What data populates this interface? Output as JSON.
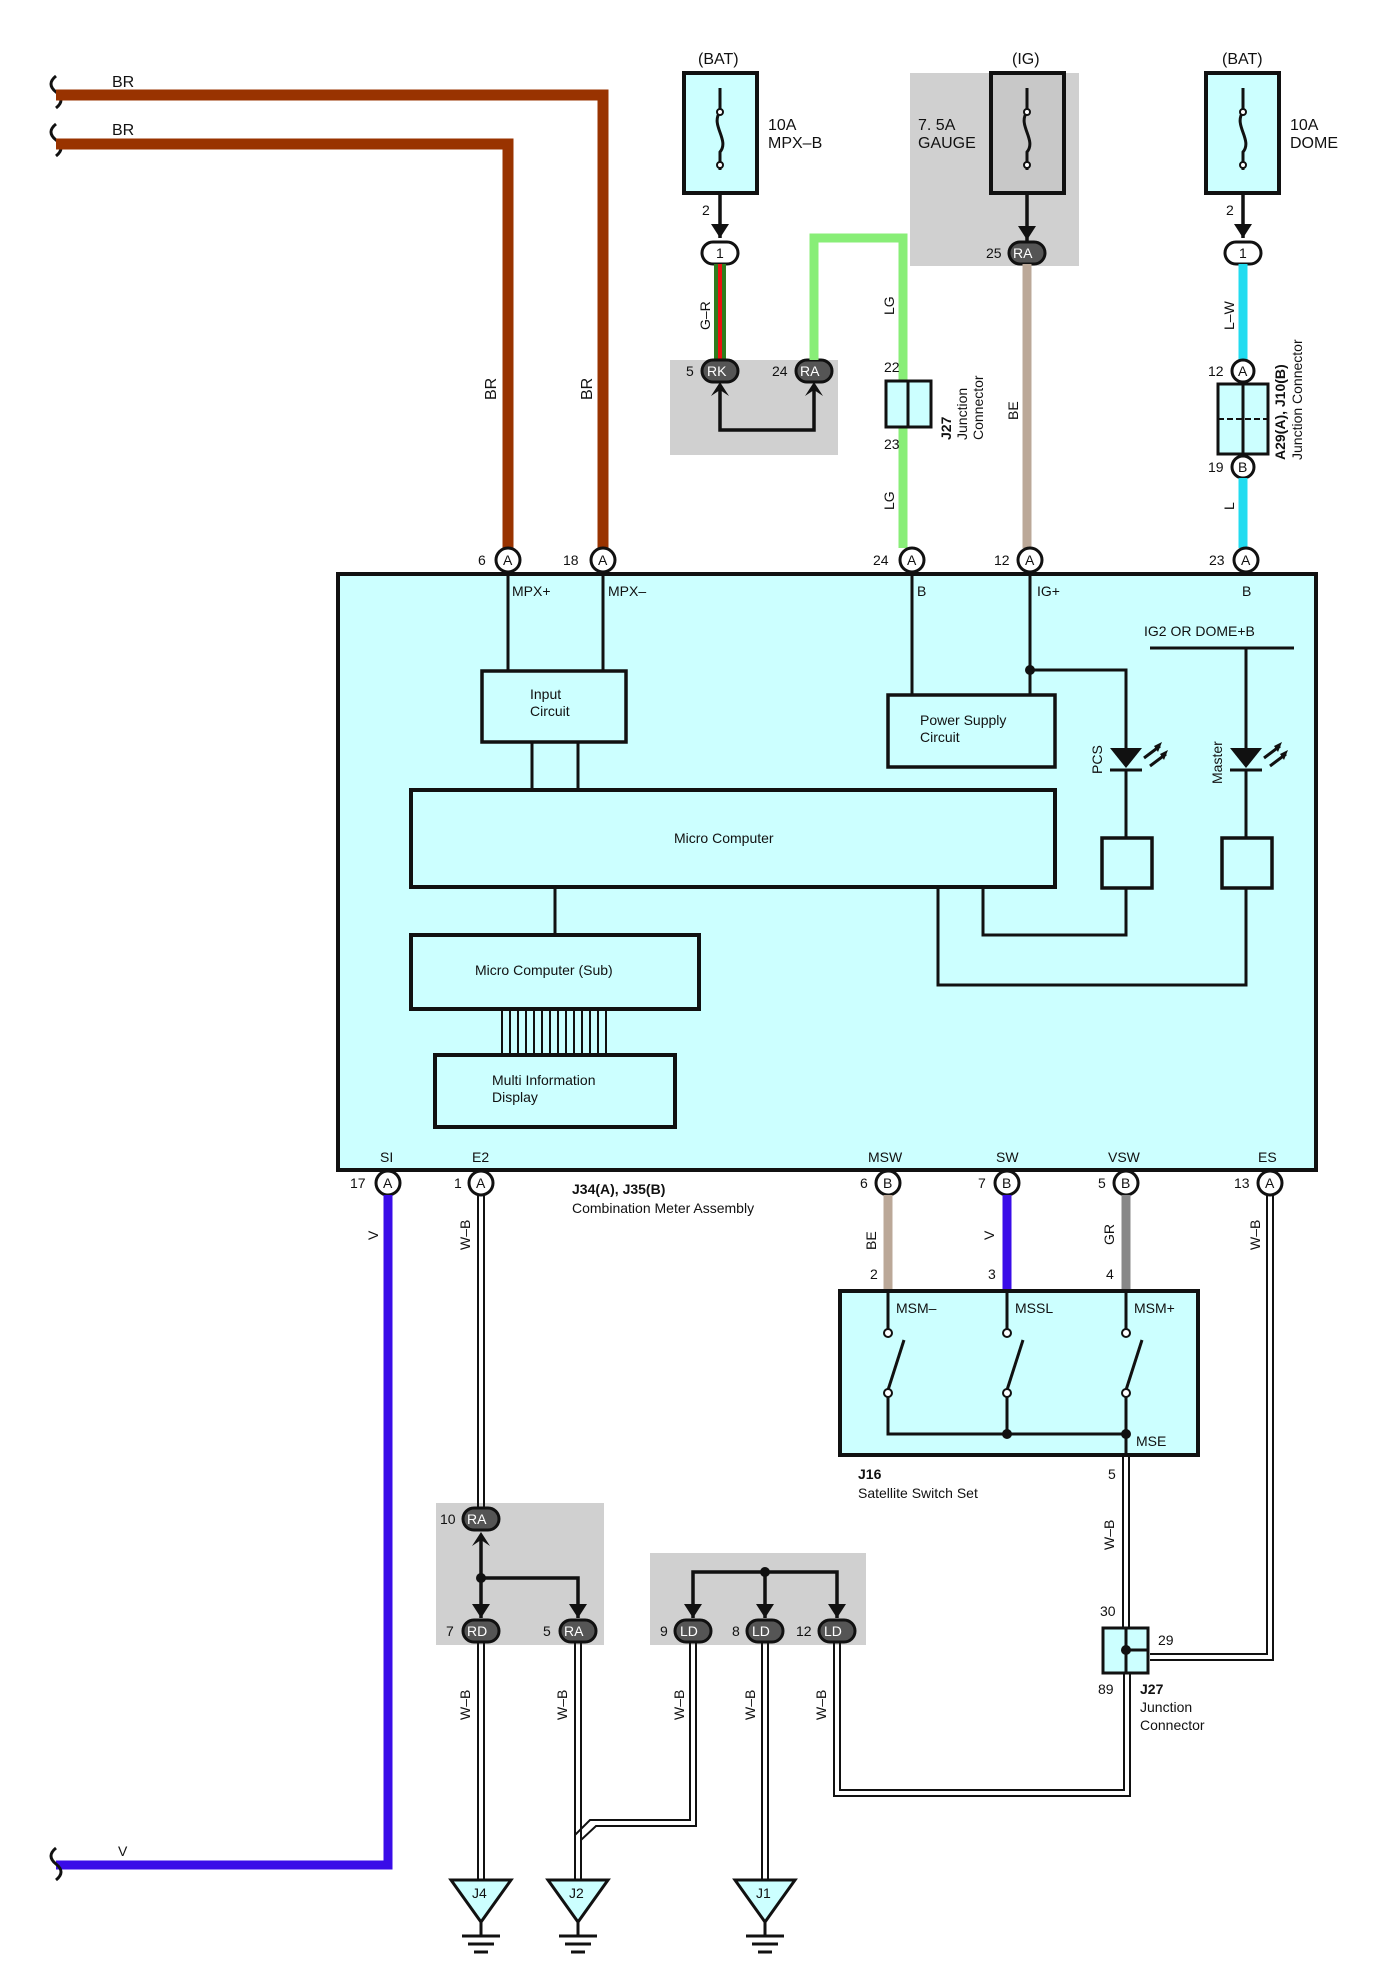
{
  "wire_labels": {
    "br": "BR",
    "v": "V",
    "g_r": "G–R",
    "lg": "LG",
    "be": "BE",
    "l_w": "L–W",
    "l": "L",
    "gr": "GR",
    "w_b": "W–B"
  },
  "fuses": {
    "mpx": {
      "source": "(BAT)",
      "rating": "10A",
      "name": "MPX–B",
      "pin": "2"
    },
    "gauge": {
      "source": "(IG)",
      "rating": "7. 5A",
      "name": "GAUGE"
    },
    "dome": {
      "source": "(BAT)",
      "rating": "10A",
      "name": "DOME",
      "pin": "2"
    }
  },
  "connectors": {
    "one": "1",
    "rk": "RK",
    "ra": "RA",
    "rd": "RD",
    "ld": "LD",
    "a": "A",
    "b": "B"
  },
  "pins": {
    "p5": "5",
    "p24": "24",
    "p25": "25",
    "p22": "22",
    "p23": "23",
    "p12": "12",
    "p19": "19",
    "p6": "6",
    "p18": "18",
    "p17": "17",
    "p1": "1",
    "p7": "7",
    "p13": "13",
    "p2": "2",
    "p3": "3",
    "p4": "4",
    "p10": "10",
    "p9": "9",
    "p8": "8",
    "p30": "30",
    "p29": "29",
    "p89": "89"
  },
  "j27_top": {
    "id": "J27",
    "line1": "Junction",
    "line2": "Connector"
  },
  "a29": {
    "id": "A29(A), J10(B)",
    "line1": "Junction Connector"
  },
  "meter": {
    "mpx_plus": "MPX+",
    "mpx_minus": "MPX–",
    "b": "B",
    "ig_plus": "IG+",
    "ig2": "IG2 OR DOME+B",
    "input_l1": "Input",
    "input_l2": "Circuit",
    "power_l1": "Power Supply",
    "power_l2": "Circuit",
    "pcs": "PCS",
    "master": "Master",
    "micro": "Micro Computer",
    "micro_sub": "Micro Computer (Sub)",
    "mid_l1": "Multi Information",
    "mid_l2": "Display",
    "si": "SI",
    "e2": "E2",
    "msw": "MSW",
    "sw": "SW",
    "vsw": "VSW",
    "es": "ES",
    "id": "J34(A), J35(B)",
    "name": "Combination Meter Assembly"
  },
  "switch": {
    "msm_minus": "MSM–",
    "mssl": "MSSL",
    "msm_plus": "MSM+",
    "mse": "MSE",
    "id": "J16",
    "name": "Satellite Switch Set"
  },
  "j27_bot": {
    "id": "J27",
    "line1": "Junction",
    "line2": "Connector"
  },
  "grounds": {
    "j4": "J4",
    "j2": "J2",
    "j1": "J1"
  }
}
